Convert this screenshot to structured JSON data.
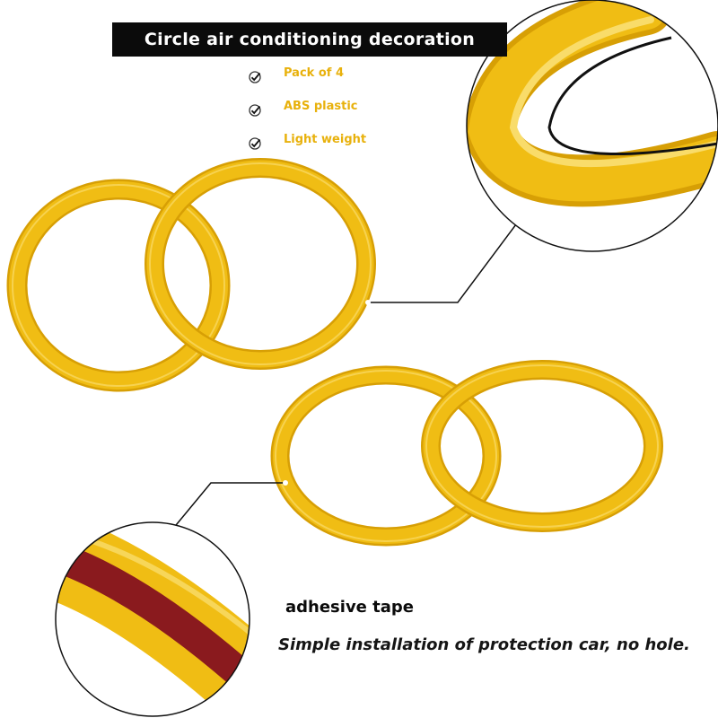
{
  "header": {
    "title": "Circle air conditioning decoration"
  },
  "features": [
    {
      "icon": "check-icon",
      "label": "Pack of 4"
    },
    {
      "icon": "check-icon",
      "label": "ABS plastic"
    },
    {
      "icon": "check-icon",
      "label": "Light weight"
    }
  ],
  "tape": {
    "title": "adhesive tape",
    "description": "Simple installation of protection car, no hole."
  },
  "colors": {
    "ring": "#f0bd14",
    "ring_highlight": "#f9dc6a",
    "ring_shadow": "#d79f05",
    "tape": "#8a1a1e",
    "banner": "#0b0b0b",
    "feature_text": "#e8b10c"
  }
}
